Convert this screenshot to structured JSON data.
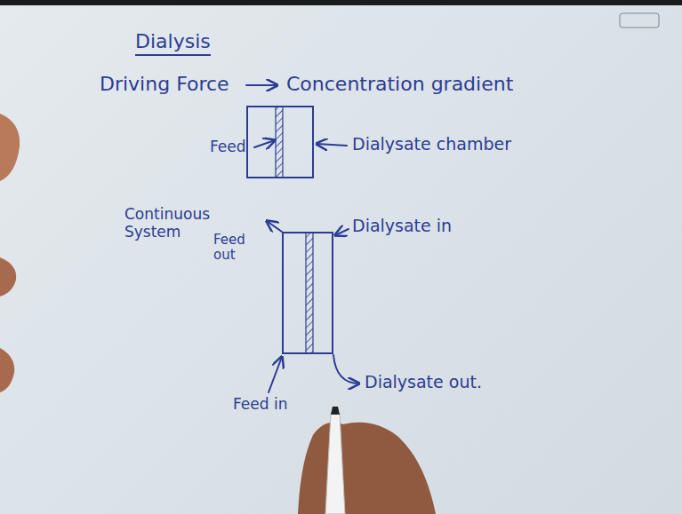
{
  "diagram": {
    "title": "Dialysis",
    "labels": [
      "Driving Force",
      "Concentration gradient",
      "Feed",
      "Dialysate chamber",
      "Continuous System",
      "Feed out",
      "Dialysate in",
      "Feed in",
      "Dialysate out."
    ]
  }
}
